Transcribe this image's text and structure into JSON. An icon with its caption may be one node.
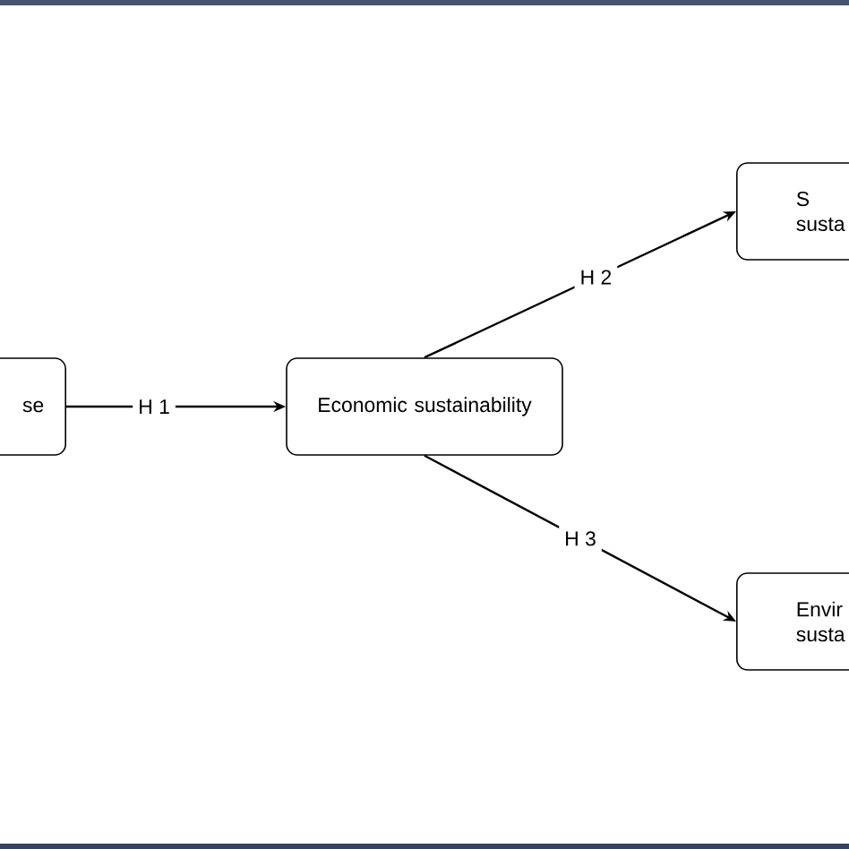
{
  "diagram": {
    "nodes": [
      {
        "text": [
          "se"
        ]
      },
      {
        "text": [
          "Economic sustainability"
        ]
      },
      {
        "text": [
          "S susta"
        ]
      },
      {
        "text": [
          "Envir susta"
        ]
      }
    ],
    "edges": [
      {
        "from": 0,
        "to": 1,
        "arrow": "to",
        "label": "H 1"
      },
      {
        "from": 1,
        "to": 2,
        "arrow": "to",
        "label": "H 2"
      },
      {
        "from": 1,
        "to": 3,
        "arrow": "to",
        "label": "H 3"
      }
    ]
  }
}
